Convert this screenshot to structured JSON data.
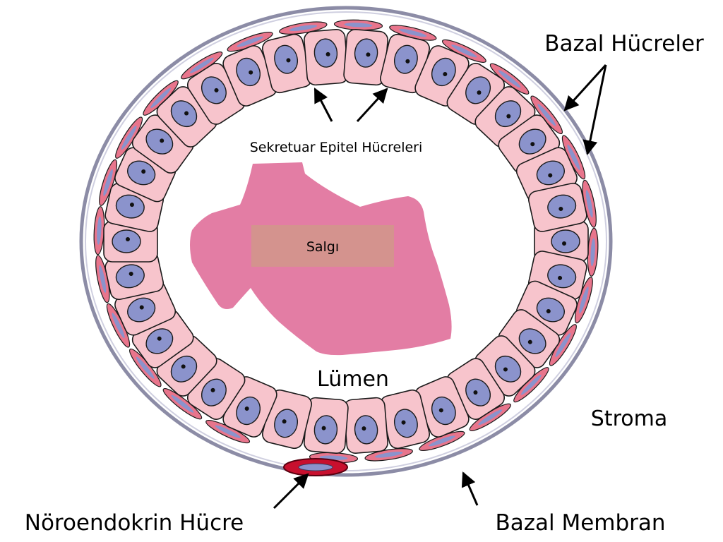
{
  "labels": {
    "bazal_hucreler": "Bazal Hücreler",
    "sekretuar_epitel": "Sekretuar Epitel Hücreleri",
    "salgi": "Salgı",
    "lumen": "Lümen",
    "stroma": "Stroma",
    "noroendokrin": "Nöroendokrin Hücre",
    "bazal_membran": "Bazal Membran"
  },
  "colors": {
    "cell_fill": "#f7c4cc",
    "nucleus": "#8b93cc",
    "basal_cell": "#e8758c",
    "secretion": "#e37da4",
    "salgi_box": "#d4938e",
    "membrane": "#8c8ca6",
    "neuroendocrine": "#c8102e",
    "outline": "#1a1a1a"
  }
}
